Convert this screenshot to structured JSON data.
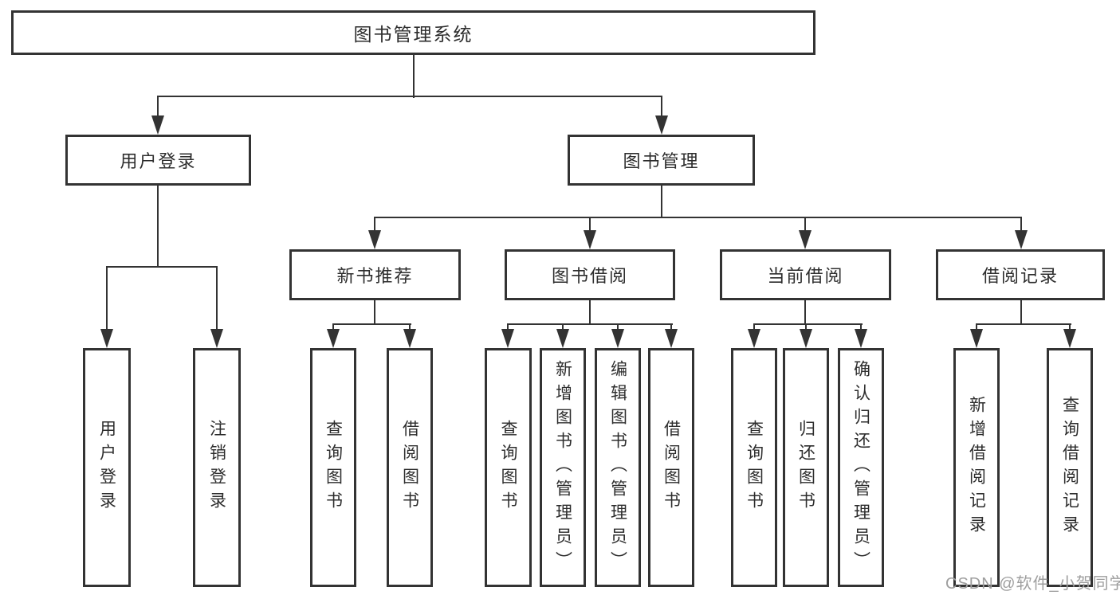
{
  "colors": {
    "line": "#333333",
    "box_border": "#333333",
    "text": "#2d2d2d",
    "watermark": "#9e9e9e",
    "background": "#ffffff"
  },
  "diagram": {
    "title": "图书管理系统",
    "level2": {
      "user_login": "用户登录",
      "book_mgmt": "图书管理"
    },
    "level3": {
      "new_book": "新书推荐",
      "book_borrow": "图书借阅",
      "current_borrow": "当前借阅",
      "borrow_record": "借阅记录"
    },
    "leaves": {
      "user_login": [
        "用户登录",
        "注销登录"
      ],
      "new_book": [
        "查询图书",
        "借阅图书"
      ],
      "book_borrow": [
        "查询图书",
        "新增图书（管理员）",
        "编辑图书（管理员）",
        "借阅图书"
      ],
      "current_borrow": [
        "查询图书",
        "归还图书",
        "确认归还（管理员）"
      ],
      "borrow_record": [
        "新增借阅记录",
        "查询借阅记录"
      ]
    },
    "watermark": "CSDN @软件_小贺同学"
  }
}
